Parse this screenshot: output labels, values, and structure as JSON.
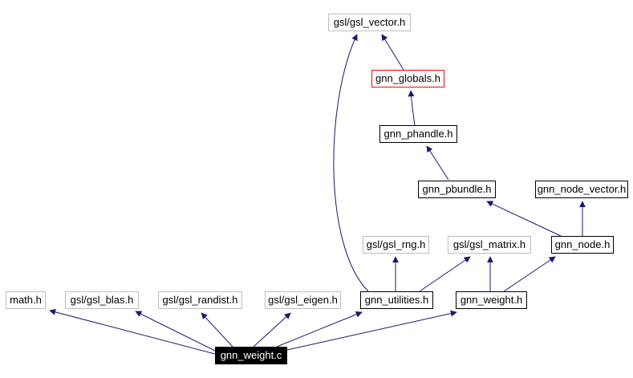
{
  "diagram": {
    "kind": "include-dependency-graph",
    "root_file": "gnn_weight.c",
    "colors": {
      "background": "#ffffff",
      "edge": "#191970",
      "border_black": "#000000",
      "border_gray": "#bebebe",
      "border_red": "#ff0000",
      "root_fill": "#000000",
      "root_text": "#ffffff"
    },
    "nodes": [
      {
        "id": "gsl_vector",
        "label": "gsl/gsl_vector.h",
        "style": "gray"
      },
      {
        "id": "gnn_globals",
        "label": "gnn_globals.h",
        "style": "red"
      },
      {
        "id": "gnn_phandle",
        "label": "gnn_phandle.h",
        "style": "black"
      },
      {
        "id": "gnn_pbundle",
        "label": "gnn_pbundle.h",
        "style": "black"
      },
      {
        "id": "gnn_node_vector",
        "label": "gnn_node_vector.h",
        "style": "black"
      },
      {
        "id": "gsl_rng",
        "label": "gsl/gsl_rng.h",
        "style": "gray"
      },
      {
        "id": "gsl_matrix",
        "label": "gsl/gsl_matrix.h",
        "style": "gray"
      },
      {
        "id": "gnn_node",
        "label": "gnn_node.h",
        "style": "black"
      },
      {
        "id": "math",
        "label": "math.h",
        "style": "gray"
      },
      {
        "id": "gsl_blas",
        "label": "gsl/gsl_blas.h",
        "style": "gray"
      },
      {
        "id": "gsl_randist",
        "label": "gsl/gsl_randist.h",
        "style": "gray"
      },
      {
        "id": "gsl_eigen",
        "label": "gsl/gsl_eigen.h",
        "style": "gray"
      },
      {
        "id": "gnn_utilities",
        "label": "gnn_utilities.h",
        "style": "black"
      },
      {
        "id": "gnn_weight_h",
        "label": "gnn_weight.h",
        "style": "black"
      },
      {
        "id": "gnn_weight_c",
        "label": "gnn_weight.c",
        "style": "root"
      }
    ],
    "edges": [
      {
        "from": "gnn_weight.c",
        "to": "math.h"
      },
      {
        "from": "gnn_weight.c",
        "to": "gsl/gsl_blas.h"
      },
      {
        "from": "gnn_weight.c",
        "to": "gsl/gsl_randist.h"
      },
      {
        "from": "gnn_weight.c",
        "to": "gsl/gsl_eigen.h"
      },
      {
        "from": "gnn_weight.c",
        "to": "gnn_utilities.h"
      },
      {
        "from": "gnn_weight.c",
        "to": "gnn_weight.h"
      },
      {
        "from": "gnn_utilities.h",
        "to": "gsl/gsl_vector.h"
      },
      {
        "from": "gnn_utilities.h",
        "to": "gsl/gsl_rng.h"
      },
      {
        "from": "gnn_utilities.h",
        "to": "gsl/gsl_matrix.h"
      },
      {
        "from": "gnn_weight.h",
        "to": "gsl/gsl_matrix.h"
      },
      {
        "from": "gnn_weight.h",
        "to": "gnn_node.h"
      },
      {
        "from": "gnn_node.h",
        "to": "gnn_pbundle.h"
      },
      {
        "from": "gnn_node.h",
        "to": "gnn_node_vector.h"
      },
      {
        "from": "gnn_pbundle.h",
        "to": "gnn_phandle.h"
      },
      {
        "from": "gnn_phandle.h",
        "to": "gnn_globals.h"
      },
      {
        "from": "gnn_globals.h",
        "to": "gsl/gsl_vector.h"
      }
    ]
  }
}
